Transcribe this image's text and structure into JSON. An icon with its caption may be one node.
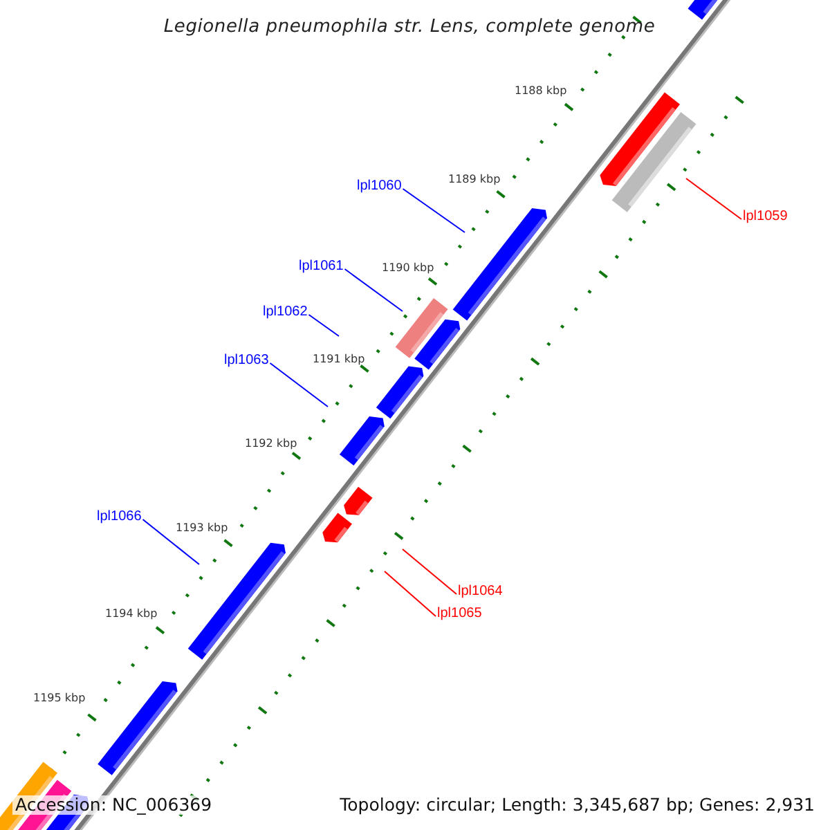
{
  "diagram": {
    "title": "Legionella pneumophila str. Lens, complete genome",
    "nodes": [
      {
        "text": [
          "lpl1060"
        ]
      },
      {
        "text": [
          "lpl1059"
        ]
      },
      {
        "text": [
          "lpl1061"
        ]
      },
      {
        "text": [
          "lpl1062"
        ]
      },
      {
        "text": [
          "lpl1063"
        ]
      },
      {
        "text": [
          "lpl1066"
        ]
      },
      {
        "text": [
          "lpl1064"
        ]
      },
      {
        "text": [
          "lpl1065"
        ]
      }
    ],
    "edges": [
      {
        "from": 0,
        "to": null,
        "arrow": "none",
        "color": "#0000ff"
      },
      {
        "from": 1,
        "to": null,
        "arrow": "none",
        "color": "#ff0000"
      },
      {
        "from": 2,
        "to": null,
        "arrow": "none",
        "color": "#0000ff"
      },
      {
        "from": 3,
        "to": null,
        "arrow": "none",
        "color": "#0000ff"
      },
      {
        "from": 4,
        "to": null,
        "arrow": "none",
        "color": "#0000ff"
      },
      {
        "from": 5,
        "to": null,
        "arrow": "none",
        "color": "#0000ff"
      },
      {
        "from": 6,
        "to": null,
        "arrow": "none",
        "color": "#ff0000"
      },
      {
        "from": 7,
        "to": null,
        "arrow": "none",
        "color": "#ff0000"
      }
    ],
    "labels": [
      "1188 kbp",
      "1189 kbp",
      "1190 kbp",
      "1191 kbp",
      "1192 kbp",
      "1193 kbp",
      "1194 kbp",
      "1195 kbp",
      "Accession: NC_006369",
      "Topology: circular; Length: 3,345,687 bp; Genes: 2,931"
    ]
  }
}
